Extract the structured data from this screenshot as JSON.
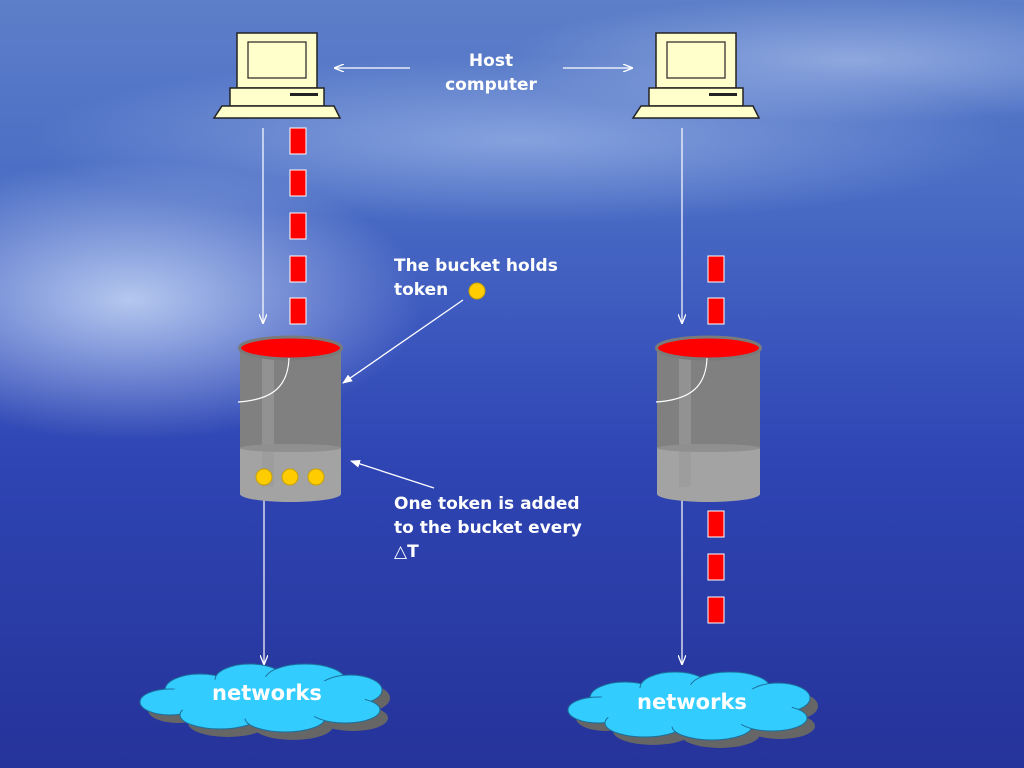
{
  "host_label": [
    "Host",
    "computer"
  ],
  "bucket_holds_label": [
    "The bucket holds",
    "token"
  ],
  "token_added_label": [
    "One token is added",
    "to the bucket every",
    "△T"
  ],
  "networks_left": "networks",
  "networks_right": "networks",
  "colors": {
    "packet": "#ff0000",
    "token": "#ffcc00",
    "cloud": "#33ccff",
    "bucket_top": "#ff0000",
    "bucket_body": "#808080"
  }
}
